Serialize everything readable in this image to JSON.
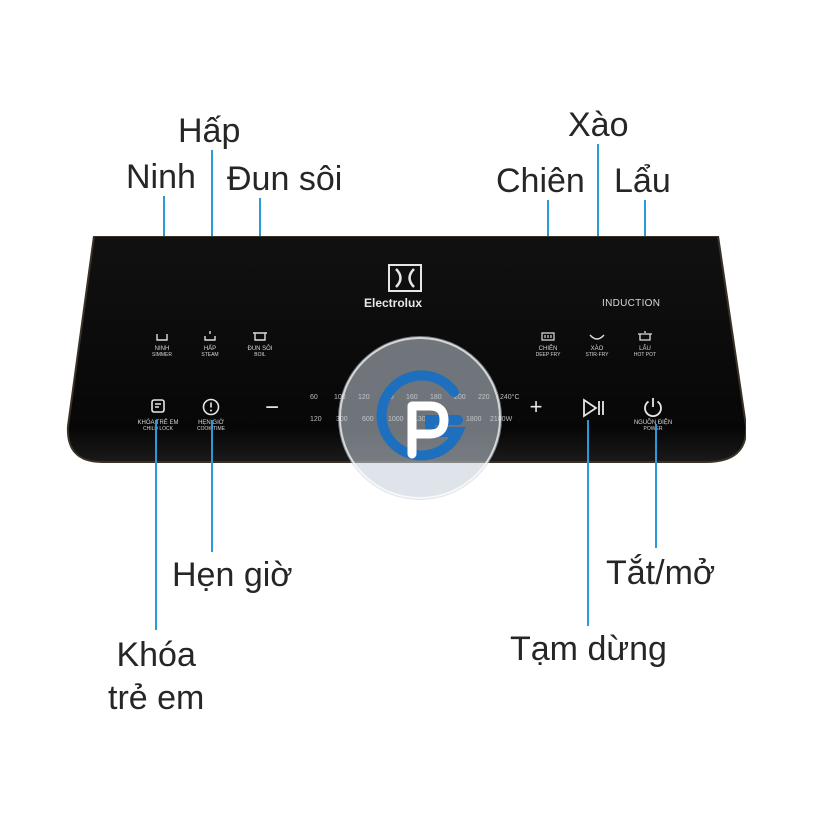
{
  "callouts": {
    "ninh": "Ninh",
    "hap": "Hấp",
    "dun_soi": "Đun sôi",
    "chien": "Chiên",
    "xao": "Xào",
    "lau": "Lẩu",
    "hen_gio": "Hẹn giờ",
    "khoa_tre_em_line1": "Khóa",
    "khoa_tre_em_line2": "trẻ em",
    "tat_mo": "Tắt/mở",
    "tam_dung": "Tạm dừng"
  },
  "panel": {
    "brand": "Electrolux",
    "induction": "INDUCTION",
    "buttons": {
      "ninh": {
        "vi": "NINH",
        "en": "SIMMER"
      },
      "hap": {
        "vi": "HẤP",
        "en": "STEAM"
      },
      "dun_soi": {
        "vi": "ĐUN SÔI",
        "en": "BOIL"
      },
      "chien": {
        "vi": "CHIÊN",
        "en": "DEEP FRY"
      },
      "xao": {
        "vi": "XÀO",
        "en": "STIR-FRY"
      },
      "lau": {
        "vi": "LẨU",
        "en": "HOT POT"
      },
      "khoa": {
        "vi": "KHÓA TRẺ EM",
        "en": "CHILD LOCK"
      },
      "hen_gio": {
        "vi": "HẸN GIỜ",
        "en": "COOK TIME"
      },
      "nguon": {
        "vi": "NGUỒN ĐIỆN",
        "en": "POWER"
      }
    },
    "minus": "−",
    "plus": "+",
    "temp_scale": [
      "60",
      "100",
      "120",
      "140",
      "160",
      "180",
      "200",
      "220",
      "240°C"
    ],
    "power_scale": [
      "120",
      "300",
      "600",
      "1000",
      "1300",
      "1600",
      "1800",
      "2100W"
    ]
  },
  "colors": {
    "panel": "#0d0d0d",
    "leader": "#2a9bd8",
    "watermark_blue": "#1f6fbf"
  },
  "icons": {
    "khoa": "lock-icon",
    "hen_gio": "clock-icon",
    "play_pause": "play-pause-icon",
    "power": "power-icon",
    "logo": "electrolux-logo-icon",
    "watermark": "watermark-logo-icon"
  }
}
